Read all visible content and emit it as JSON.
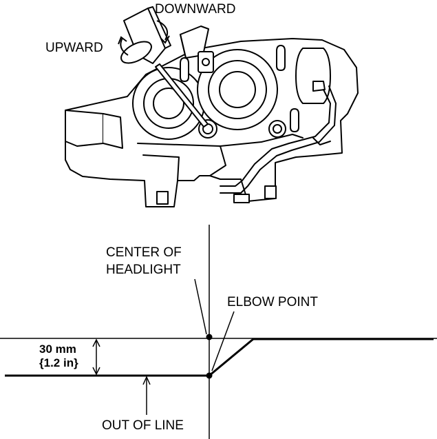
{
  "labels": {
    "downward": "DOWNWARD",
    "upward": "UPWARD",
    "center_line1": "CENTER OF",
    "center_line2": "HEADLIGHT",
    "elbow_point": "ELBOW POINT",
    "dimension_mm": "30 mm",
    "dimension_in": "{1.2 in}",
    "out_of_line": "OUT OF LINE"
  },
  "colors": {
    "ink": "#000000",
    "background": "#ffffff"
  }
}
